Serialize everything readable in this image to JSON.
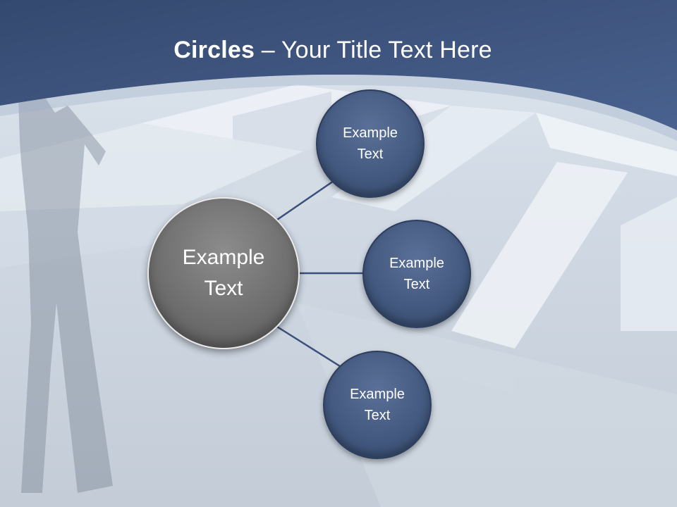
{
  "title": {
    "bold": "Circles",
    "rest": " – Your Title Text Here"
  },
  "colors": {
    "header": "#3e5682",
    "node_blue": "#445a80",
    "node_grey": "#6f6f6f",
    "connector": "#3a4f7a"
  },
  "diagram": {
    "center": {
      "label": "Example\nText"
    },
    "nodes": [
      {
        "label": "Example\nText"
      },
      {
        "label": "Example\nText"
      },
      {
        "label": "Example\nText"
      }
    ]
  }
}
